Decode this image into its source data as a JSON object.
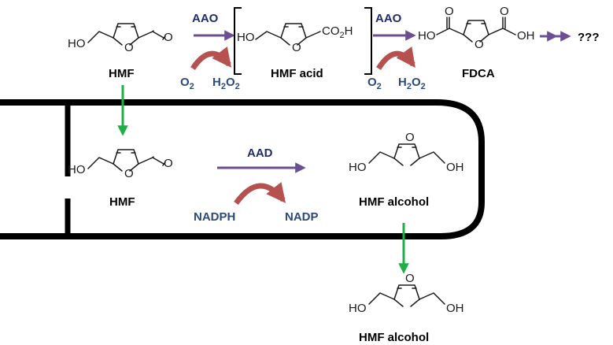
{
  "colors": {
    "enzyme_arrow": "#6b4f95",
    "transport_arrow": "#1faf47",
    "cofactor_arrow": "#b5524f",
    "cell_wall": "#000000",
    "enzyme_text": "#1f2d6b",
    "cofactor_text": "#2b4a78"
  },
  "atoms": {
    "oh_left": "HO",
    "oh_right": "OH",
    "o": "O",
    "co2h_main": "CO",
    "co2h_sub": "2",
    "co2h_tail": "H"
  },
  "extracellular": {
    "hmf": {
      "label": "HMF"
    },
    "enzyme1": "AAO",
    "cofactor1_in_main": "O",
    "cofactor1_in_sub": "2",
    "cofactor1_out_main": "H",
    "cofactor1_out_sub": "2",
    "cofactor1_out_main2": "O",
    "cofactor1_out_sub2": "2",
    "hmf_acid": {
      "label": "HMF acid"
    },
    "enzyme2": "AAO",
    "cofactor2_in_main": "O",
    "cofactor2_in_sub": "2",
    "cofactor2_out_main": "H",
    "cofactor2_out_sub": "2",
    "cofactor2_out_main2": "O",
    "cofactor2_out_sub2": "2",
    "fdca": {
      "label": "FDCA"
    },
    "unknown": "???"
  },
  "intracellular": {
    "hmf": {
      "label": "HMF"
    },
    "enzyme": "AAD",
    "cofactor_in": "NADPH",
    "cofactor_out": "NADP",
    "hmf_alcohol": {
      "label": "HMF alcohol"
    }
  },
  "excreted": {
    "hmf_alcohol": {
      "label": "HMF alcohol"
    }
  }
}
